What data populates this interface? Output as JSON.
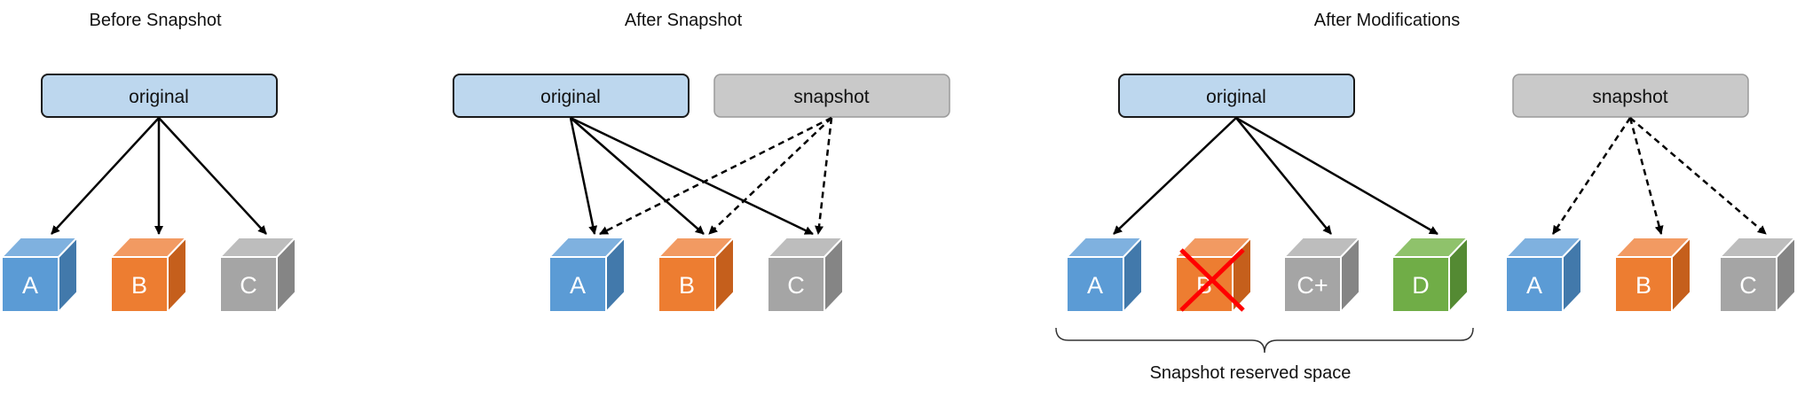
{
  "titles": {
    "before": "Before Snapshot",
    "after": "After Snapshot",
    "modified": "After Modifications"
  },
  "nodes": {
    "original": "original",
    "snapshot": "snapshot"
  },
  "blocks": {
    "a": "A",
    "b": "B",
    "c": "C",
    "c_plus": "C+",
    "d": "D"
  },
  "reserved_label": "Snapshot reserved space",
  "colors": {
    "original_fill": "#bdd7ee",
    "original_stroke": "#1a1a1a",
    "snapshot_fill": "#c9c9c9",
    "snapshot_stroke": "#9a9a9a",
    "arrow": "#000000",
    "blue": "#5b9bd5",
    "orange": "#ed7d31",
    "gray": "#a5a5a5",
    "green": "#70ad47",
    "deleted_mark": "#ff0000"
  },
  "icons": {
    "deleted": "red-x-icon"
  }
}
